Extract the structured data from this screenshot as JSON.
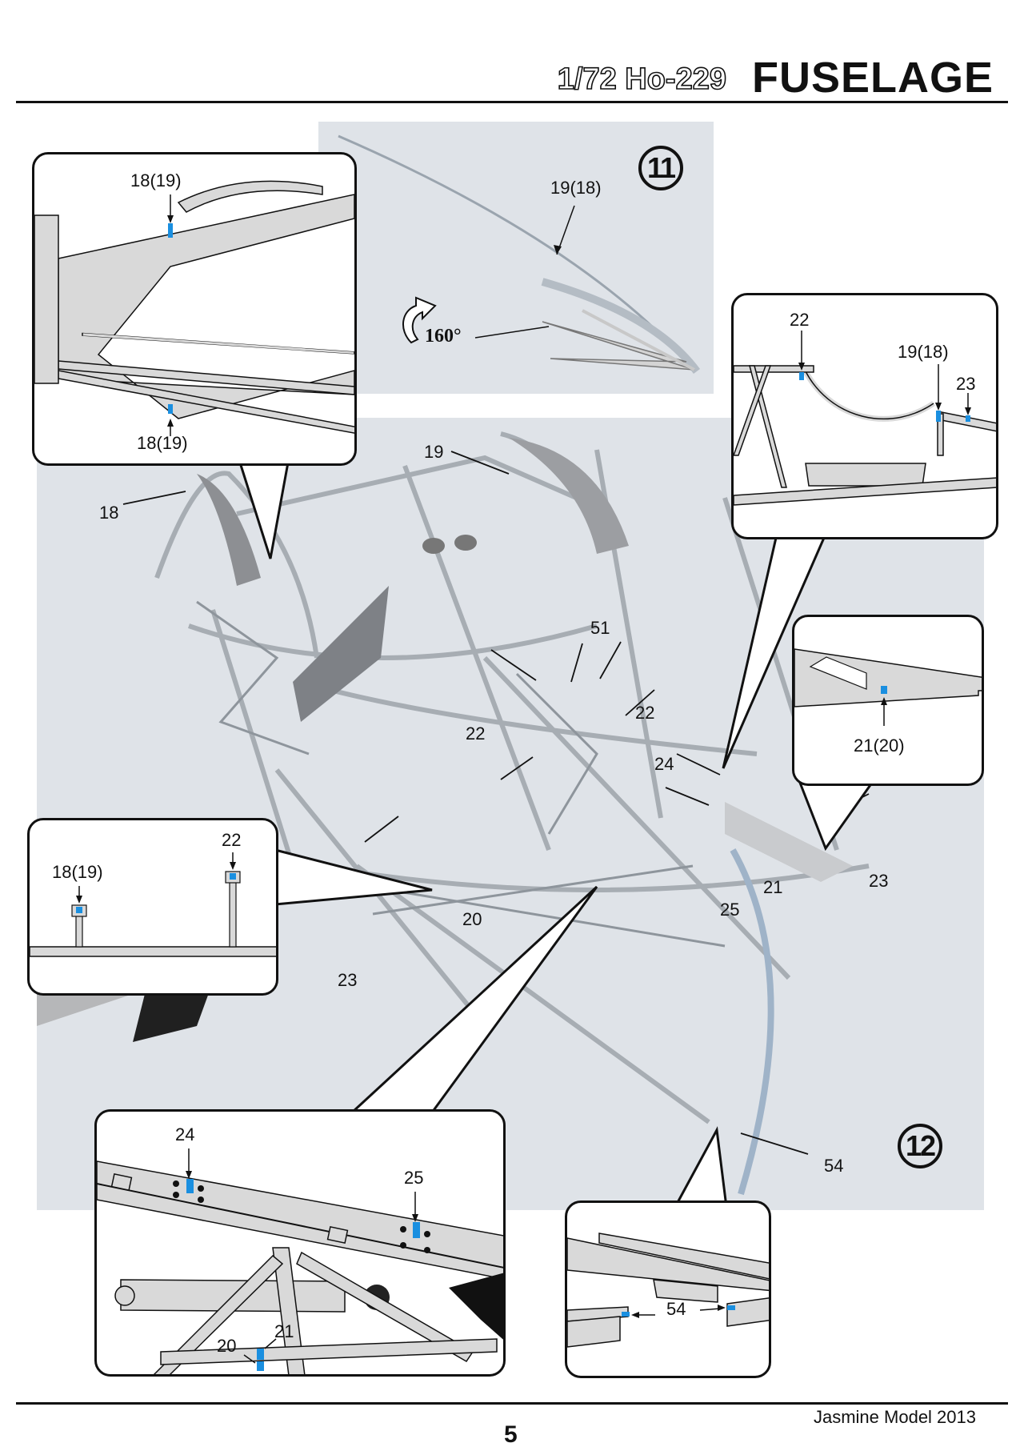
{
  "header": {
    "model": "1/72 Ho-229",
    "section_title": "FUSELAGE"
  },
  "steps": [
    {
      "number": "11",
      "labels": {
        "part": "19(18)",
        "rotation": "160°"
      }
    },
    {
      "number": "12"
    }
  ],
  "callouts": {
    "top_left": {
      "top_label": "18(19)",
      "bottom_label": "18(19)"
    },
    "top_right": {
      "label_a": "22",
      "label_b": "19(18)",
      "label_c": "23"
    },
    "mid_right": {
      "label": "21(20)"
    },
    "mid_left": {
      "label_a": "18(19)",
      "label_b": "22"
    },
    "bottom_left": {
      "label_a": "24",
      "label_b": "25",
      "label_c": "21",
      "label_d": "20"
    },
    "bottom_right": {
      "label": "54"
    }
  },
  "photo_labels": {
    "p18": "18",
    "p19": "19",
    "p51": "51",
    "p22a": "22",
    "p22b": "22",
    "p24": "24",
    "p21": "21",
    "p23a": "23",
    "p23b": "23",
    "p20": "20",
    "p25": "25",
    "p54": "54"
  },
  "colors": {
    "marker_blue": "#1a8fe0",
    "part_gray": "#d9d9d9",
    "photo_bg": "#dfe3e8"
  },
  "footer": {
    "page_number": "5",
    "brand": "Jasmine Model 2013"
  }
}
